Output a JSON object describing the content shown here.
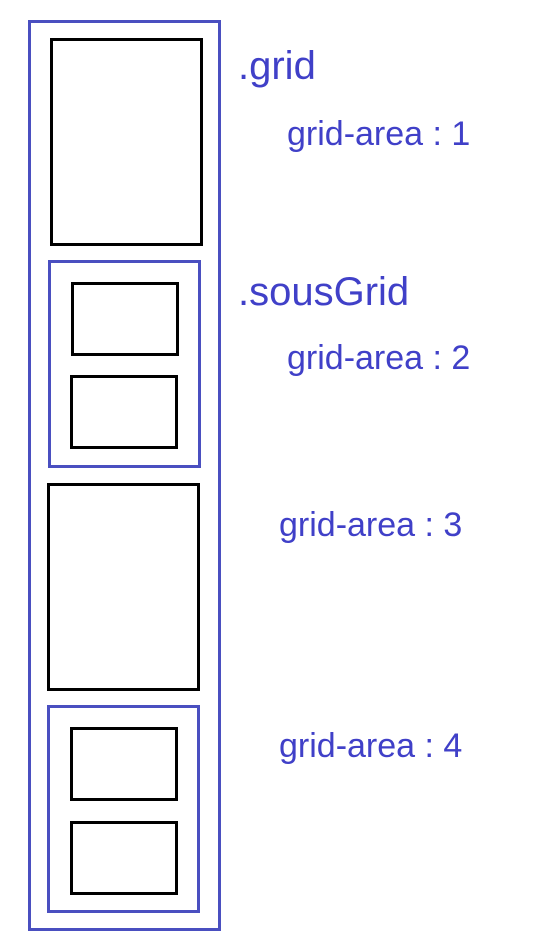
{
  "diagram": {
    "accent_color": "#4a4fc0",
    "cell_color": "#000000",
    "grid_label": ".grid",
    "sous_grid_label": ".sousGrid",
    "areas": [
      {
        "label": "grid-area : 1"
      },
      {
        "label": "grid-area : 2"
      },
      {
        "label": "grid-area : 3"
      },
      {
        "label": "grid-area : 4"
      }
    ]
  }
}
